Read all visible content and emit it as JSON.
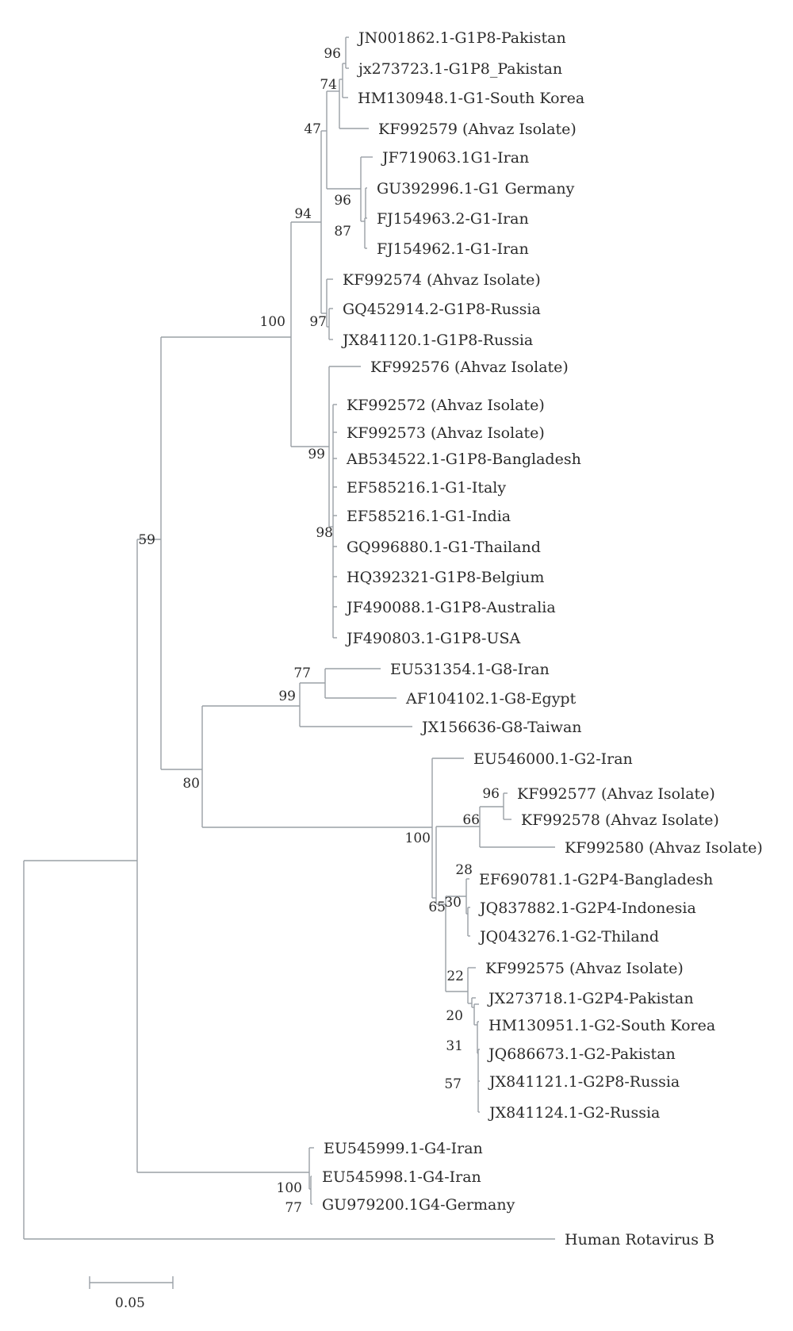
{
  "scale_bar": {
    "label": "0.05"
  },
  "taxa": [
    "JN001862.1-G1P8-Pakistan",
    "jx273723.1-G1P8_Pakistan",
    "HM130948.1-G1-South Korea",
    "KF992579 (Ahvaz Isolate)",
    "JF719063.1G1-Iran",
    "GU392996.1-G1 Germany",
    "FJ154963.2-G1-Iran",
    "FJ154962.1-G1-Iran",
    "KF992574 (Ahvaz Isolate)",
    "GQ452914.2-G1P8-Russia",
    "JX841120.1-G1P8-Russia",
    "KF992576 (Ahvaz Isolate)",
    "KF992572 (Ahvaz Isolate)",
    "KF992573 (Ahvaz Isolate)",
    "AB534522.1-G1P8-Bangladesh",
    "EF585216.1-G1-Italy",
    "EF585216.1-G1-India",
    "GQ996880.1-G1-Thailand",
    "HQ392321-G1P8-Belgium",
    "JF490088.1-G1P8-Australia",
    "JF490803.1-G1P8-USA",
    "EU531354.1-G8-Iran",
    "AF104102.1-G8-Egypt",
    "JX156636-G8-Taiwan",
    "EU546000.1-G2-Iran",
    "KF992577 (Ahvaz Isolate)",
    "KF992578 (Ahvaz Isolate)",
    "KF992580 (Ahvaz Isolate)",
    "EF690781.1-G2P4-Bangladesh",
    "JQ837882.1-G2P4-Indonesia",
    "JQ043276.1-G2-Thiland",
    "KF992575 (Ahvaz Isolate)",
    "JX273718.1-G2P4-Pakistan",
    "HM130951.1-G2-South Korea",
    "JQ686673.1-G2-Pakistan",
    "JX841121.1-G2P8-Russia",
    "JX841124.1-G2-Russia",
    "EU545999.1-G4-Iran",
    "EU545998.1-G4-Iran",
    "GU979200.1G4-Germany",
    "Human Rotavirus B"
  ],
  "bootstrap": [
    "96",
    "74",
    "47",
    "96",
    "87",
    "94",
    "97",
    "100",
    "99",
    "98",
    "59",
    "77",
    "99",
    "80",
    "100",
    "96",
    "66",
    "28",
    "30",
    "65",
    "22",
    "20",
    "31",
    "57",
    "100",
    "77"
  ]
}
